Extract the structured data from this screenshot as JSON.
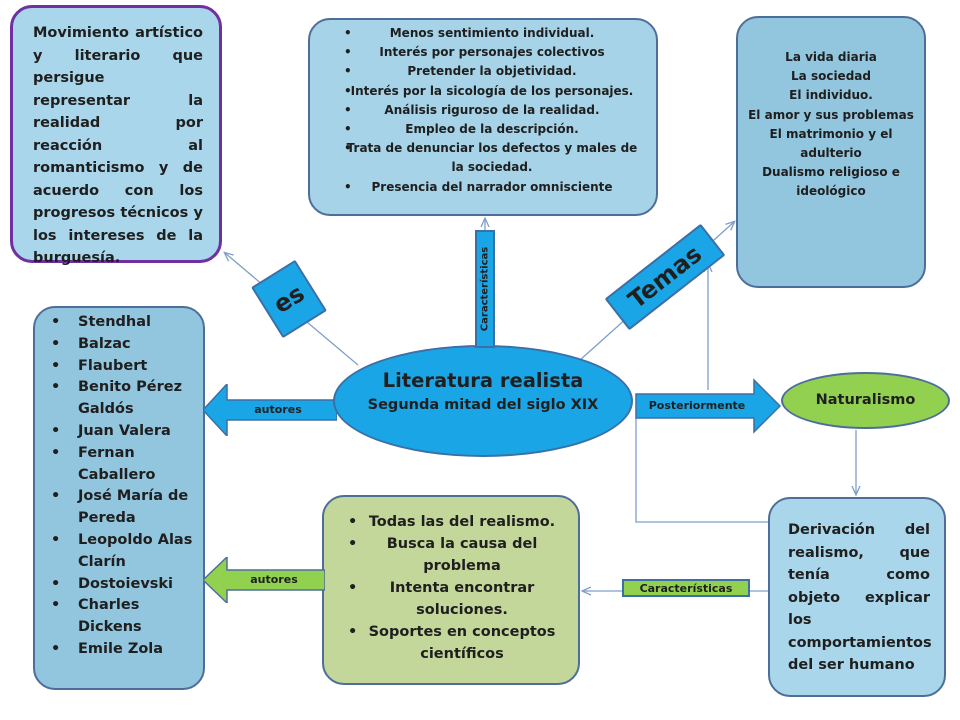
{
  "definition": {
    "text": "Movimiento artístico y literario que persigue representar la realidad por reacción al romanticismo y de acuerdo con los progresos técnicos y los intereses de la burguesía."
  },
  "characteristics": {
    "items": [
      "Menos sentimiento individual.",
      "Interés por personajes colectivos",
      "Pretender la objetividad.",
      "Interés por la sicología de los personajes.",
      "Análisis riguroso de la realidad.",
      "Empleo de la descripción.",
      "Trata de denunciar los defectos y males de la sociedad.",
      "Presencia del narrador omnisciente"
    ]
  },
  "themes": {
    "items": [
      "La vida diaria",
      "La sociedad",
      "El individuo.",
      "El amor y sus problemas",
      "El matrimonio y el adulterio",
      "Dualismo religioso e ideológico"
    ]
  },
  "authors": {
    "items": [
      "Stendhal",
      "Balzac",
      "Flaubert",
      "Benito Pérez Galdós",
      "Juan Valera",
      "Fernan Caballero",
      "José María de Pereda",
      "Leopoldo Alas Clarín",
      "Dostoievski",
      "Charles Dickens",
      "Emile Zola"
    ]
  },
  "center": {
    "title": "Literatura realista",
    "subtitle": "Segunda mitad del siglo XIX"
  },
  "naturalismo": {
    "label": "Naturalismo"
  },
  "naturalismo_chars": {
    "items": [
      "Todas las del realismo.",
      "Busca la causa del problema",
      "Intenta encontrar soluciones.",
      "Soportes en conceptos científicos"
    ]
  },
  "derivation": {
    "text": "Derivación del realismo, que tenía como objeto explicar los comportamientos del ser humano"
  },
  "labels": {
    "es": "es",
    "temas": "Temas",
    "caracteristicas": "Características",
    "caracteristicas2": "Características",
    "autores1": "autores",
    "autores2": "autores",
    "posteriormente": "Posteriormente"
  },
  "colors": {
    "center_fill": "#1aa6e6",
    "box_blue": "#a9d6ea",
    "box_green": "#c4d79b",
    "naturalismo_fill": "#92d050",
    "definition_border": "#7030a0",
    "connector": "#7f9fc8"
  }
}
